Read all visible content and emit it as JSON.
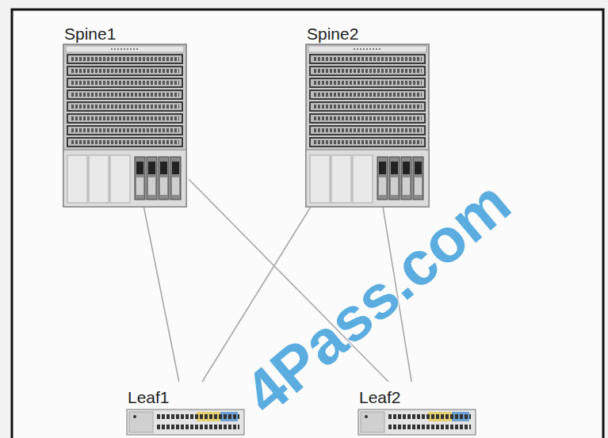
{
  "diagram": {
    "nodes": [
      {
        "text": [
          "Spine1"
        ]
      },
      {
        "text": [
          "Spine2"
        ]
      },
      {
        "text": [
          "Leaf1"
        ]
      },
      {
        "text": [
          "Leaf2"
        ]
      }
    ],
    "edges": [
      {
        "from": 0,
        "to": 2,
        "arrow": "none"
      },
      {
        "from": 0,
        "to": 3,
        "arrow": "none"
      },
      {
        "from": 1,
        "to": 2,
        "arrow": "none"
      },
      {
        "from": 1,
        "to": 3,
        "arrow": "none"
      }
    ],
    "labels": [
      "4Pass.com"
    ]
  }
}
